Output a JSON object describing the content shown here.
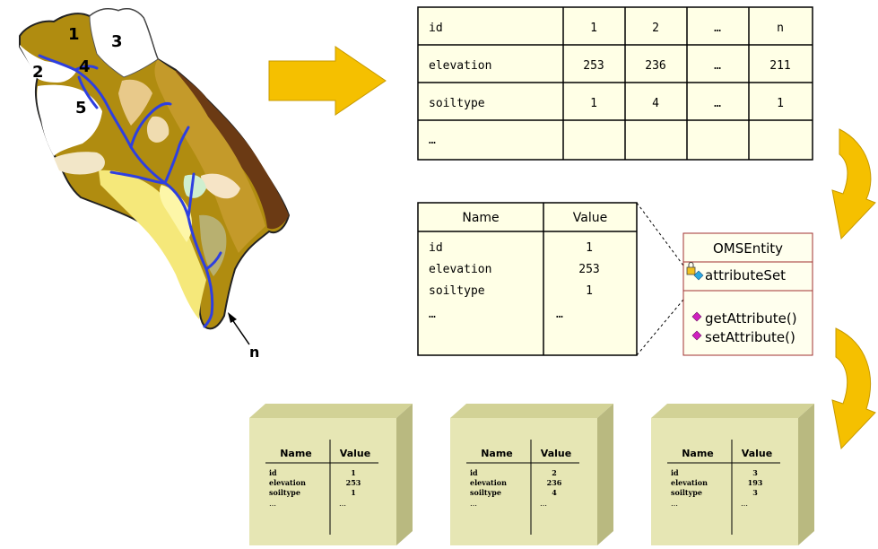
{
  "map": {
    "subbasin_labels": [
      "1",
      "2",
      "3",
      "4",
      "5"
    ],
    "outlet_label": "n"
  },
  "table": {
    "rows": [
      [
        "id",
        "1",
        "2",
        "…",
        "n"
      ],
      [
        "elevation",
        "253",
        "236",
        "…",
        "211"
      ],
      [
        "soiltype",
        "1",
        "4",
        "…",
        "1"
      ],
      [
        "…",
        "",
        "",
        "",
        ""
      ]
    ]
  },
  "attribute_set": {
    "header": [
      "Name",
      "Value"
    ],
    "rows": [
      [
        "id",
        "1"
      ],
      [
        "elevation",
        "253"
      ],
      [
        "soiltype",
        "1"
      ],
      [
        "…",
        "…"
      ]
    ]
  },
  "uml": {
    "class_name": "OMSEntity",
    "attribute": "attributeSet",
    "methods": [
      "getAttribute()",
      "setAttribute()"
    ]
  },
  "entities": [
    {
      "header": [
        "Name",
        "Value"
      ],
      "rows": [
        [
          "id",
          "1"
        ],
        [
          "elevation",
          "253"
        ],
        [
          "soiltype",
          "1"
        ],
        [
          "…",
          "…"
        ]
      ]
    },
    {
      "header": [
        "Name",
        "Value"
      ],
      "rows": [
        [
          "id",
          "2"
        ],
        [
          "elevation",
          "236"
        ],
        [
          "soiltype",
          "4"
        ],
        [
          "…",
          "…"
        ]
      ]
    },
    {
      "header": [
        "Name",
        "Value"
      ],
      "rows": [
        [
          "id",
          "3"
        ],
        [
          "elevation",
          "193"
        ],
        [
          "soiltype",
          "3"
        ],
        [
          "…",
          "…"
        ]
      ]
    }
  ],
  "colors": {
    "arrow": "#f5c000",
    "arrow_stroke": "#c79a00",
    "box_fill": "#ffffe6",
    "cube_front": "#e6e6b4",
    "cube_top": "#d2d296",
    "cube_side": "#b9b980",
    "river": "#2e3fe0",
    "uml_fill": "#ffffee",
    "uml_border": "#a03030"
  }
}
